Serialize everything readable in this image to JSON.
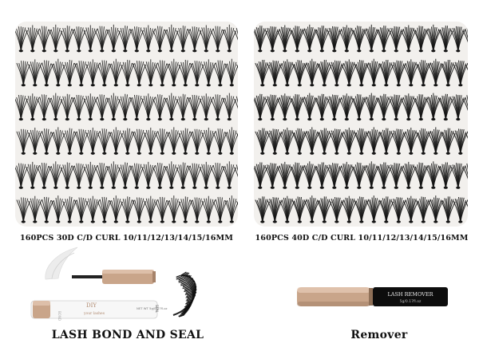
{
  "panels": [
    {
      "caption": "160PCS 30D C/D CURL 10/11/12/13/14/15/16MM",
      "rows": 6
    },
    {
      "caption": "160PCS 40D C/D CURL 10/11/12/13/14/15/16MM",
      "rows": 6
    }
  ],
  "bond_product": {
    "caption": "LASH BOND AND SEAL",
    "tube_brand": "DIY",
    "tube_sub": "your lashes",
    "tube_side": "BOND",
    "tube_side2": "SEAL",
    "tube_weight": "NET WT 5g/0.17fl.oz"
  },
  "remover_product": {
    "caption": "Remover",
    "tube_label": "LASH REMOVER",
    "tube_weight": "5g/0.17fl.oz"
  },
  "colors": {
    "lash": "#141414",
    "gold": "#c9a58a",
    "panel_bg": "#f2f0ed"
  }
}
